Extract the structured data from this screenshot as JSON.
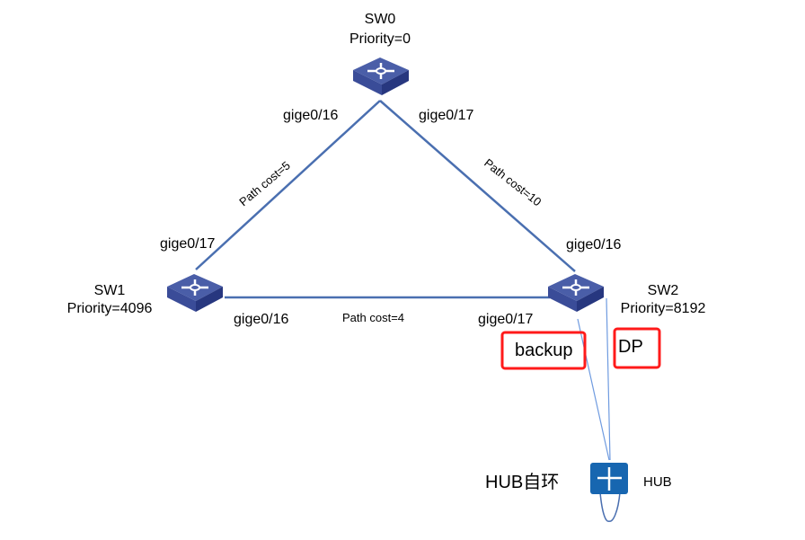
{
  "colors": {
    "link": "#4a6fb0",
    "hub_link": "#6f9be0",
    "switch_top": "#4a5ea8",
    "switch_side": "#2a3a85",
    "hub": "#1766b0",
    "highlight": "#ff1a1a"
  },
  "nodes": {
    "sw0": {
      "name": "SW0",
      "priority": "Priority=0",
      "icon": "switch-icon"
    },
    "sw1": {
      "name": "SW1",
      "priority": "Priority=4096",
      "icon": "switch-icon"
    },
    "sw2": {
      "name": "SW2",
      "priority": "Priority=8192",
      "icon": "switch-icon"
    },
    "hub": {
      "name": "HUB",
      "icon": "hub-icon"
    }
  },
  "links": {
    "sw0_sw1": {
      "sw0_port": "gige0/16",
      "sw1_port": "gige0/17",
      "cost": "Path cost=5"
    },
    "sw0_sw2": {
      "sw0_port": "gige0/17",
      "sw2_port": "gige0/16",
      "cost": "Path cost=10"
    },
    "sw1_sw2": {
      "sw1_port": "gige0/16",
      "sw2_port": "gige0/17",
      "cost": "Path cost=4"
    }
  },
  "annotations": {
    "backup": "backup",
    "dp": "DP",
    "hub_loop": "HUB自环"
  }
}
